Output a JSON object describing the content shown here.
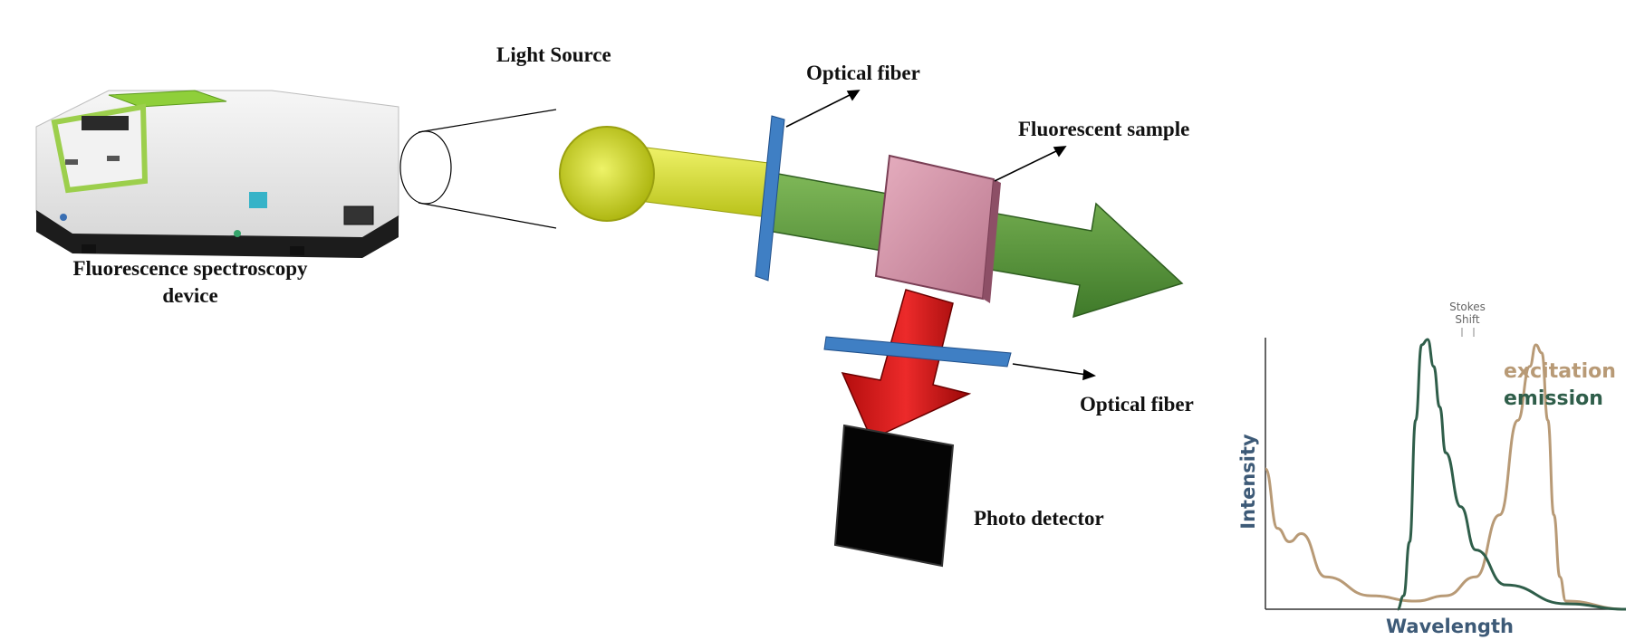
{
  "labels": {
    "device_line1": "Fluorescence spectroscopy",
    "device_line2": "device",
    "light_source": "Light Source",
    "optical_fiber_top": "Optical fiber",
    "fluorescent_sample": "Fluorescent sample",
    "optical_fiber_bottom": "Optical fiber",
    "photo_detector": "Photo detector"
  },
  "chart_data": {
    "type": "line",
    "xlabel": "Wavelength",
    "ylabel": "Intensity",
    "annotation_line1": "Stokes",
    "annotation_line2": "Shift",
    "series": [
      {
        "name": "excitation",
        "color": "#b89a76",
        "x": [
          0,
          4,
          8,
          12,
          20,
          35,
          50,
          60,
          70,
          78,
          84,
          88,
          90,
          92,
          94,
          96,
          98,
          100,
          120
        ],
        "y": [
          0.52,
          0.3,
          0.25,
          0.28,
          0.12,
          0.05,
          0.03,
          0.05,
          0.12,
          0.35,
          0.7,
          0.9,
          0.98,
          0.95,
          0.7,
          0.35,
          0.12,
          0.03,
          0.0
        ]
      },
      {
        "name": "emission",
        "color": "#2f5e4a",
        "x": [
          44,
          46,
          48,
          50,
          52,
          54,
          56,
          58,
          60,
          65,
          70,
          80,
          100,
          120
        ],
        "y": [
          0.0,
          0.05,
          0.25,
          0.7,
          0.98,
          1.0,
          0.9,
          0.75,
          0.58,
          0.38,
          0.22,
          0.09,
          0.02,
          0.0
        ]
      }
    ],
    "colors": {
      "excitation": "#b89a76",
      "emission": "#2f5e4a",
      "axis": "#3d5a77"
    }
  }
}
